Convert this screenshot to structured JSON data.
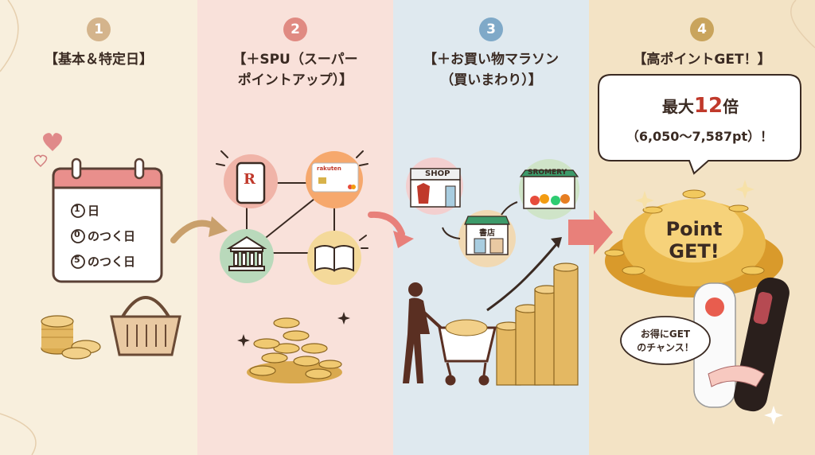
{
  "steps": [
    {
      "number": "1",
      "title": "【基本＆特定日】",
      "color": "#d4b48c"
    },
    {
      "number": "2",
      "title": "【＋SPU（スーパー\nポイントアップ）】",
      "color": "#e08a82"
    },
    {
      "number": "3",
      "title": "【＋お買い物マラソン\n（買いまわり）】",
      "color": "#7fa9c8"
    },
    {
      "number": "4",
      "title": "【高ポイントGET！】",
      "color": "#c9a45c"
    }
  ],
  "calendar": {
    "day1": "日",
    "day0": "のつく日",
    "day5": "のつく日",
    "circ1": "1",
    "circ0": "0",
    "circ5": "5"
  },
  "spu": {
    "r_logo": "R",
    "card_brand": "rakuten"
  },
  "marathon": {
    "shop_label": "SHOP",
    "book_label": "書店",
    "grocery_label": "SROMERY"
  },
  "result": {
    "bubble_line1_prefix": "最大",
    "bubble_line1_num": "12",
    "bubble_line1_suffix": "倍",
    "bubble_line2": "（6,050〜7,587pt）！",
    "point_get_line1": "Point",
    "point_get_line2": "GET!",
    "chance_line1": "お得にGET",
    "chance_line2": "のチャンス！"
  }
}
